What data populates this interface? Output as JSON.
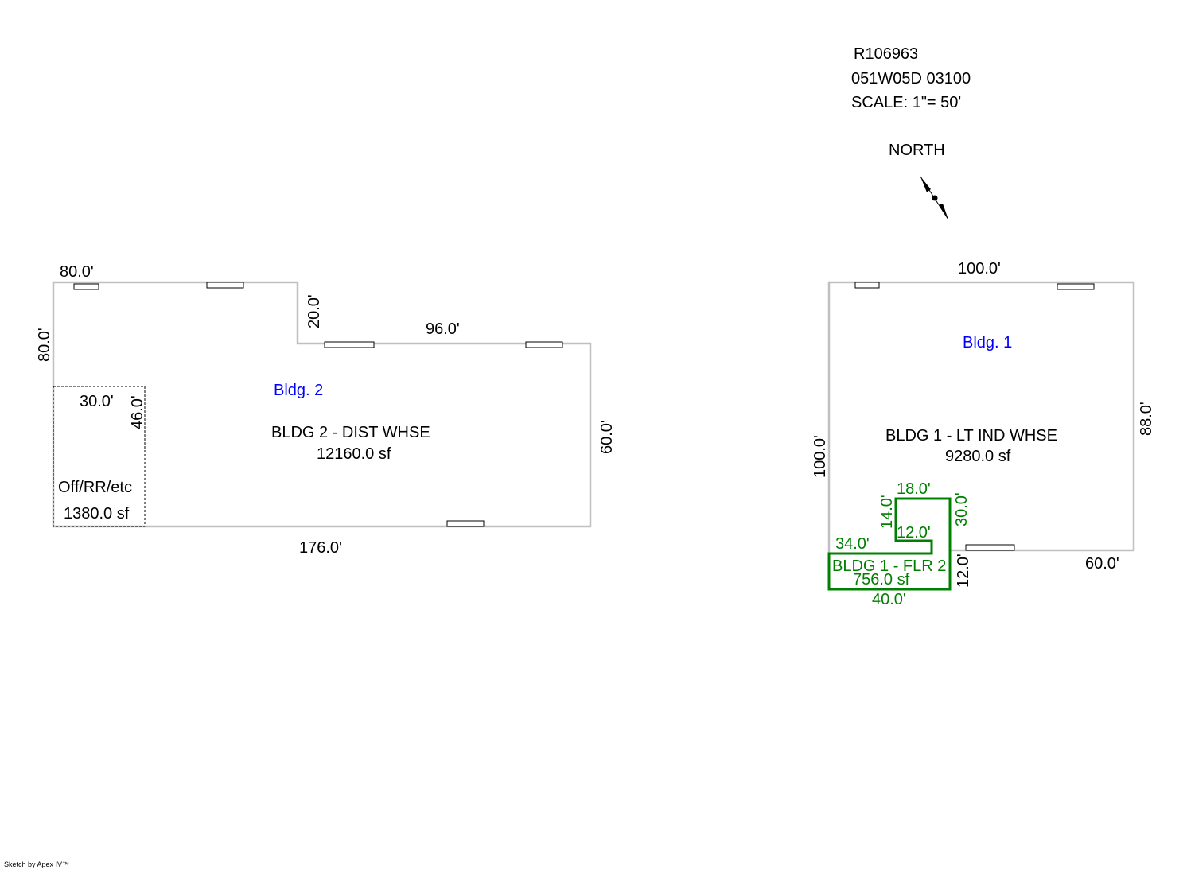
{
  "header": {
    "parcel_id": "R106963",
    "map_number": "051W05D 03100",
    "scale": "SCALE: 1\"= 50'",
    "north_label": "NORTH"
  },
  "bldg2": {
    "label": "Bldg. 2",
    "description": "BLDG 2 - DIST WHSE",
    "area": "12160.0 sf",
    "dims": {
      "top_left": "80.0'",
      "left": "80.0'",
      "step": "20.0'",
      "top_right": "96.0'",
      "right": "60.0'",
      "bottom": "176.0'"
    },
    "office": {
      "label": "Off/RR/etc",
      "area": "1380.0 sf",
      "width": "30.0'",
      "depth": "46.0'"
    }
  },
  "bldg1": {
    "label": "Bldg. 1",
    "description": "BLDG 1 - LT IND WHSE",
    "area": "9280.0 sf",
    "dims": {
      "top": "100.0'",
      "left": "100.0'",
      "right": "88.0'",
      "bottom_right": "60.0'",
      "notch": "12.0'"
    },
    "floor2": {
      "label": "BLDG 1 - FLR 2",
      "area": "756.0 sf",
      "dims": {
        "top": "18.0'",
        "left_upper": "14.0'",
        "right": "30.0'",
        "inner": "12.0'",
        "ledge": "34.0'",
        "bottom": "40.0'"
      }
    }
  },
  "footer": {
    "credit": "Sketch by Apex IV™"
  },
  "colors": {
    "wall": "#c0c0c0",
    "label": "#0000ff",
    "floor2": "#008000"
  }
}
